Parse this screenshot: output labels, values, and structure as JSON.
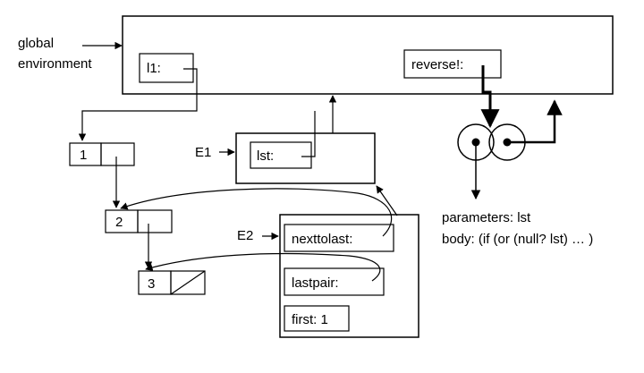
{
  "labels": {
    "global_line1": "global",
    "global_line2": "environment",
    "e1": "E1",
    "e2": "E2"
  },
  "global_env": {
    "l1": "l1:",
    "reverse": "reverse!:"
  },
  "frame_e1": {
    "lst": "lst:"
  },
  "frame_e2": {
    "nexttolast": "nexttolast:",
    "lastpair": "lastpair:",
    "first": "first: 1"
  },
  "list_cells": [
    "1",
    "2",
    "3"
  ],
  "procedure": {
    "parameters": "parameters: lst",
    "body": "body: (if (or (null? lst) … )"
  }
}
